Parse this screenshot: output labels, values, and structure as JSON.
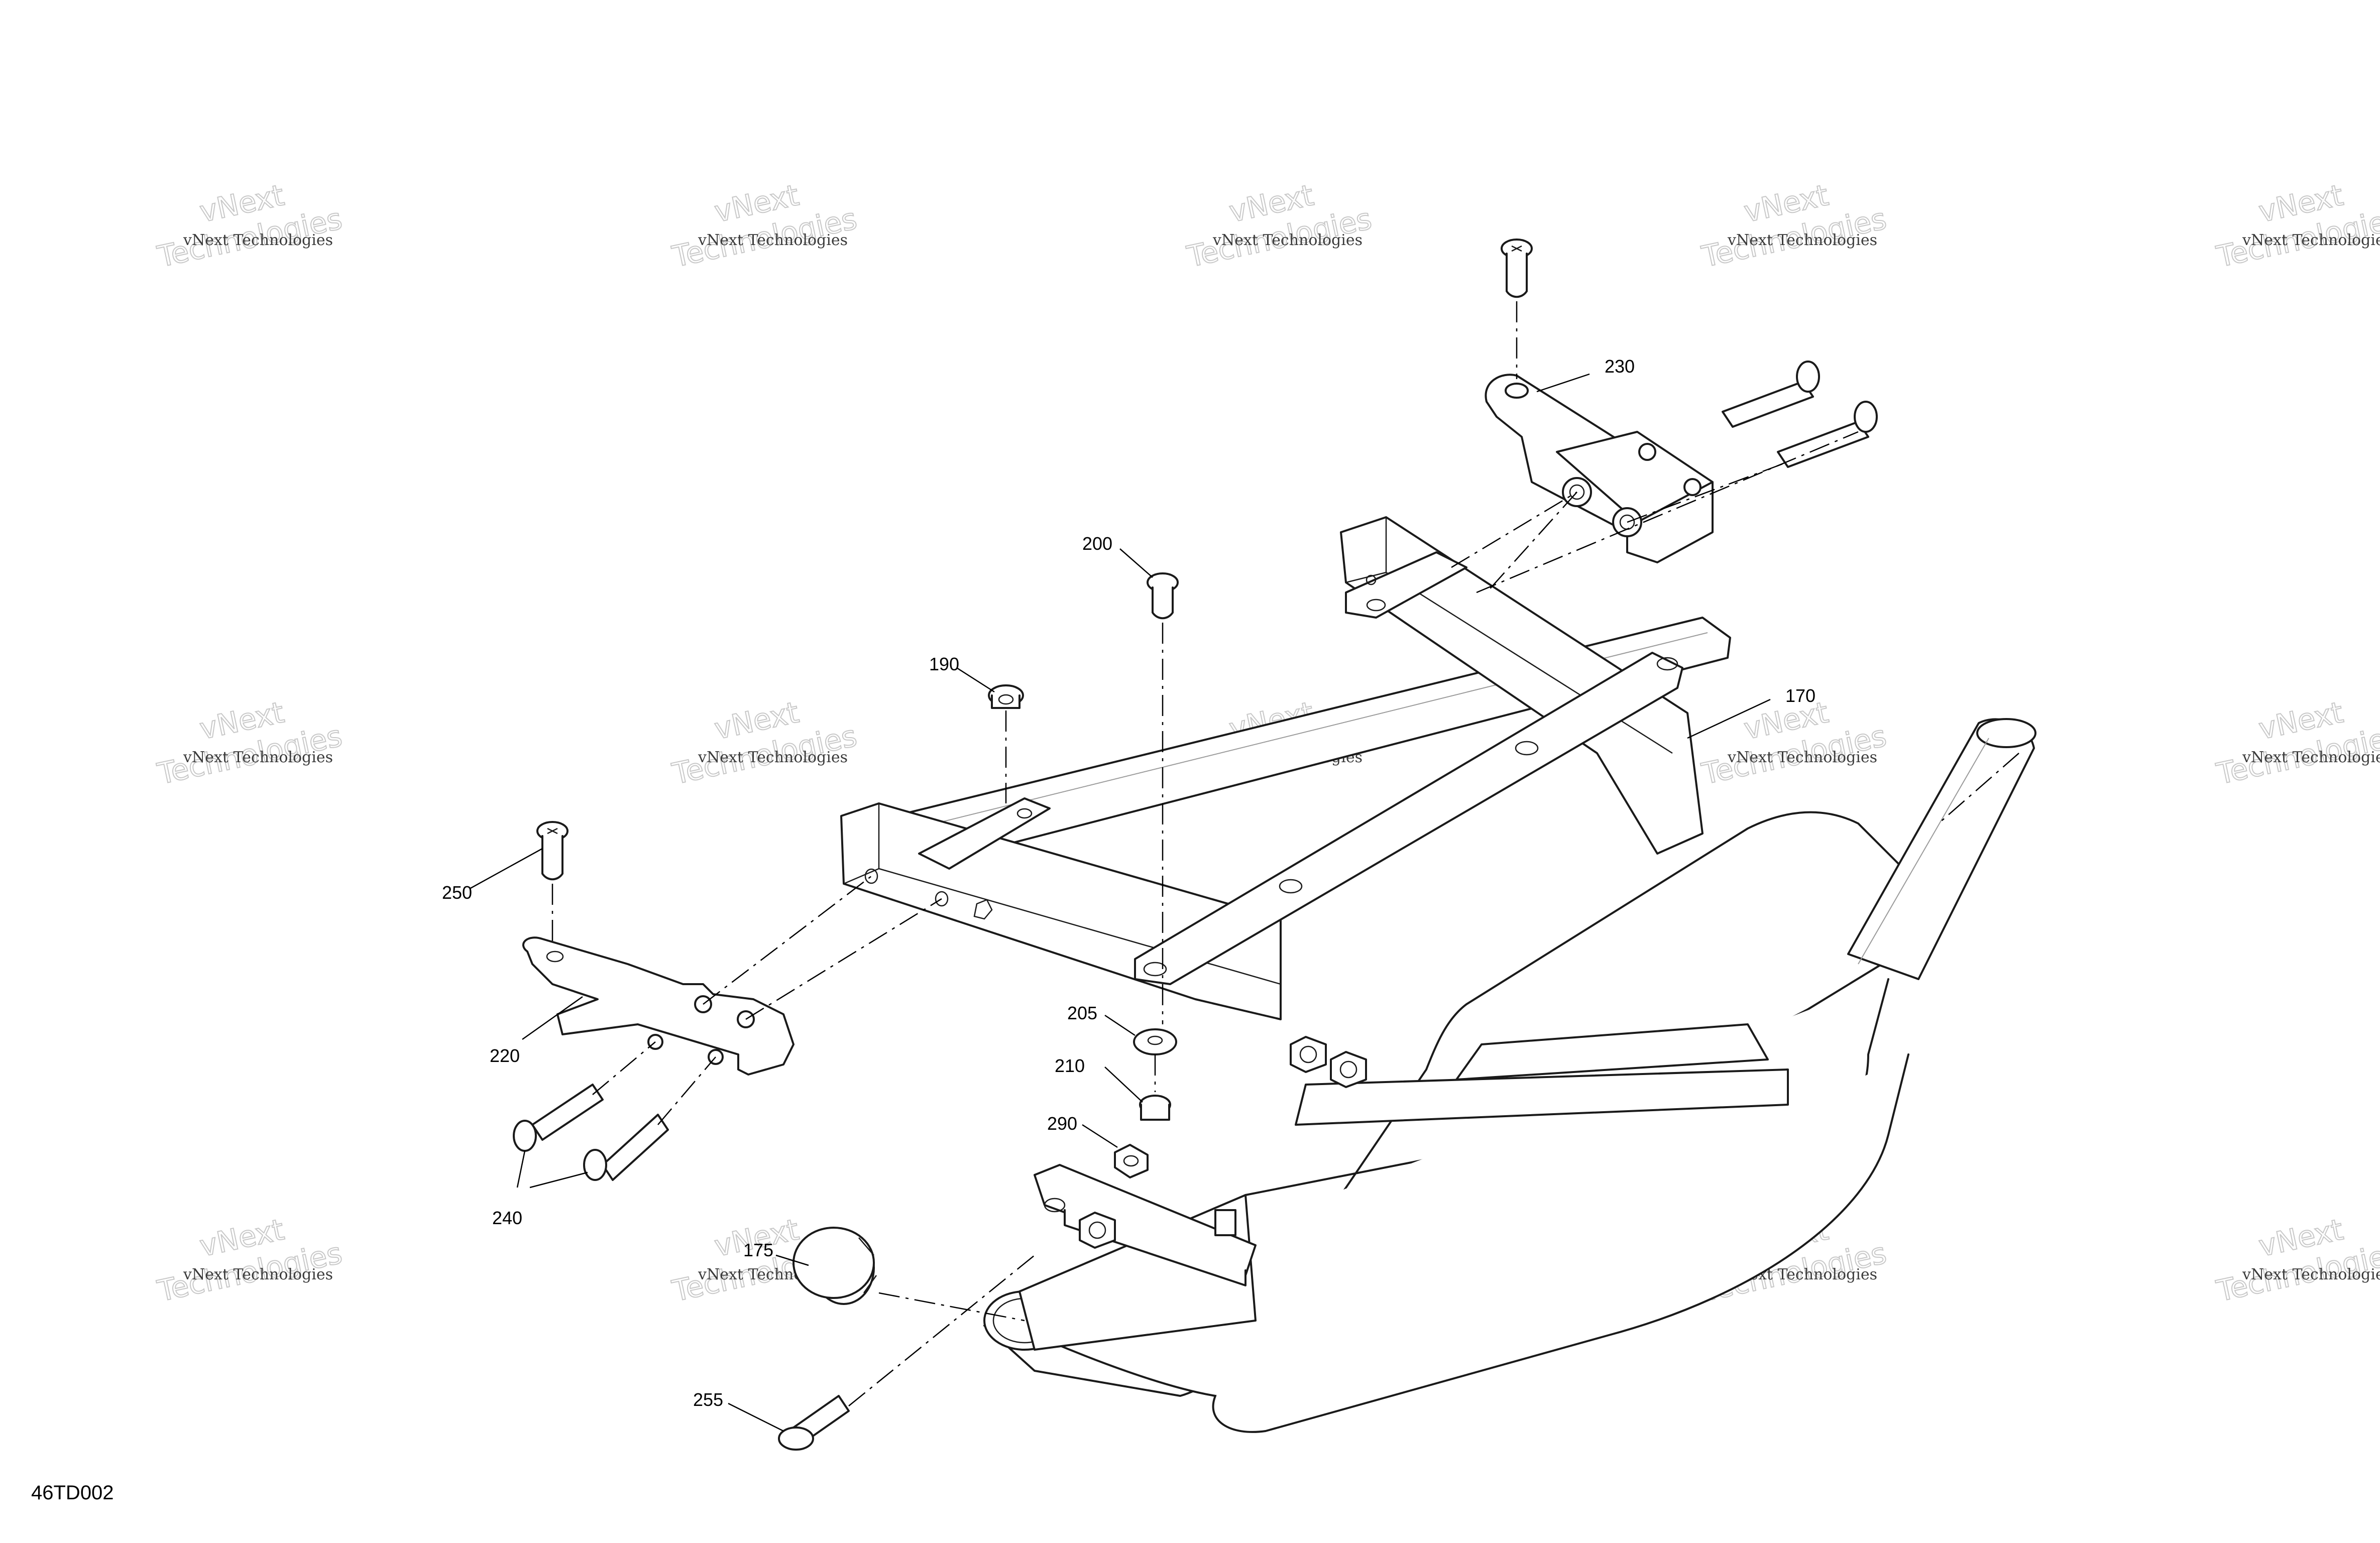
{
  "drawing_code": "46TD002",
  "watermark": {
    "small": "vNext Technologies",
    "large_line1": "vNext",
    "large_line2": "Technologies"
  },
  "callouts": [
    {
      "id": "c-170",
      "text": "170"
    },
    {
      "id": "c-175",
      "text": "175"
    },
    {
      "id": "c-190",
      "text": "190"
    },
    {
      "id": "c-200",
      "text": "200"
    },
    {
      "id": "c-205",
      "text": "205"
    },
    {
      "id": "c-210",
      "text": "210"
    },
    {
      "id": "c-220",
      "text": "220"
    },
    {
      "id": "c-230",
      "text": "230"
    },
    {
      "id": "c-240",
      "text": "240"
    },
    {
      "id": "c-250",
      "text": "250"
    },
    {
      "id": "c-255",
      "text": "255"
    },
    {
      "id": "c-290",
      "text": "290"
    }
  ]
}
